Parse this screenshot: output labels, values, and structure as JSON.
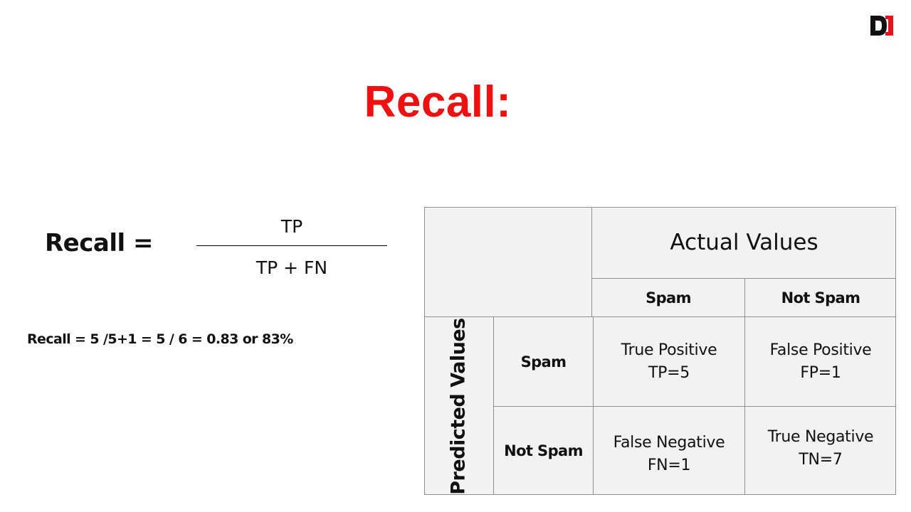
{
  "title": "Recall:",
  "formula": {
    "label": "Recall =",
    "numerator": "TP",
    "denominator": "TP + FN"
  },
  "calculation": "Recall = 5 /5+1 = 5 / 6 = 0.83 or 83%",
  "matrix": {
    "actual_header": "Actual Values",
    "predicted_header": "Predicted Values",
    "col_labels": [
      "Spam",
      "Not Spam"
    ],
    "row_labels": [
      "Spam",
      "Not Spam"
    ],
    "cells": [
      {
        "name": "True Positive",
        "value": "TP=5"
      },
      {
        "name": "False Positive",
        "value": "FP=1"
      },
      {
        "name": "False Negative",
        "value": "FN=1"
      },
      {
        "name": "True Negative",
        "value": "TN=7"
      }
    ]
  },
  "colors": {
    "title": "#ee1111",
    "logo_red": "#e8141b",
    "logo_black": "#111111",
    "matrix_fill": "#f2f2f2",
    "matrix_lines": "#8f8f8f"
  },
  "logo": {
    "icon": "brand-logo-icon"
  }
}
